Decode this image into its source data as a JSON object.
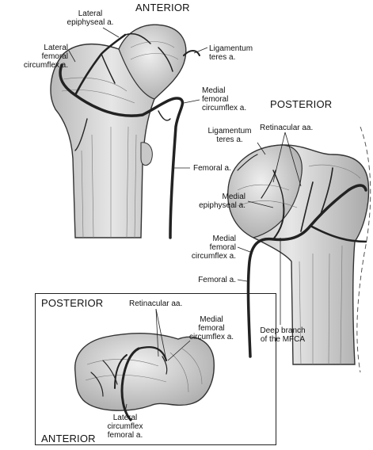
{
  "views": {
    "anterior_main": "ANTERIOR",
    "posterior_main": "POSTERIOR",
    "inset_posterior": "POSTERIOR",
    "inset_anterior": "ANTERIOR"
  },
  "labels": {
    "lateral_epiphyseal": [
      "Lateral",
      "epiphyseal a."
    ],
    "lateral_femoral_circumflex": [
      "Lateral",
      "femoral",
      "circumflex a."
    ],
    "ligamentum_teres_anterior": [
      "Ligamentum",
      "teres a."
    ],
    "medial_femoral_circumflex_anterior": [
      "Medial",
      "femoral",
      "circumflex a."
    ],
    "femoral_anterior": "Femoral a.",
    "ligamentum_teres_posterior": [
      "Ligamentum",
      "teres a."
    ],
    "retinacular_posterior": "Retinacular aa.",
    "medial_epiphyseal": [
      "Medial",
      "epiphyseal a."
    ],
    "medial_femoral_circumflex_posterior": [
      "Medial",
      "femoral",
      "circumflex a."
    ],
    "femoral_posterior": "Femoral a.",
    "deep_branch": [
      "Deep branch",
      "of the MFCA"
    ],
    "retinacular_inset": "Retinacular aa.",
    "medial_femoral_circumflex_inset": [
      "Medial",
      "femoral",
      "circumflex a."
    ],
    "lateral_circumflex_inset": [
      "Lateral",
      "circumflex",
      "femoral a."
    ]
  }
}
